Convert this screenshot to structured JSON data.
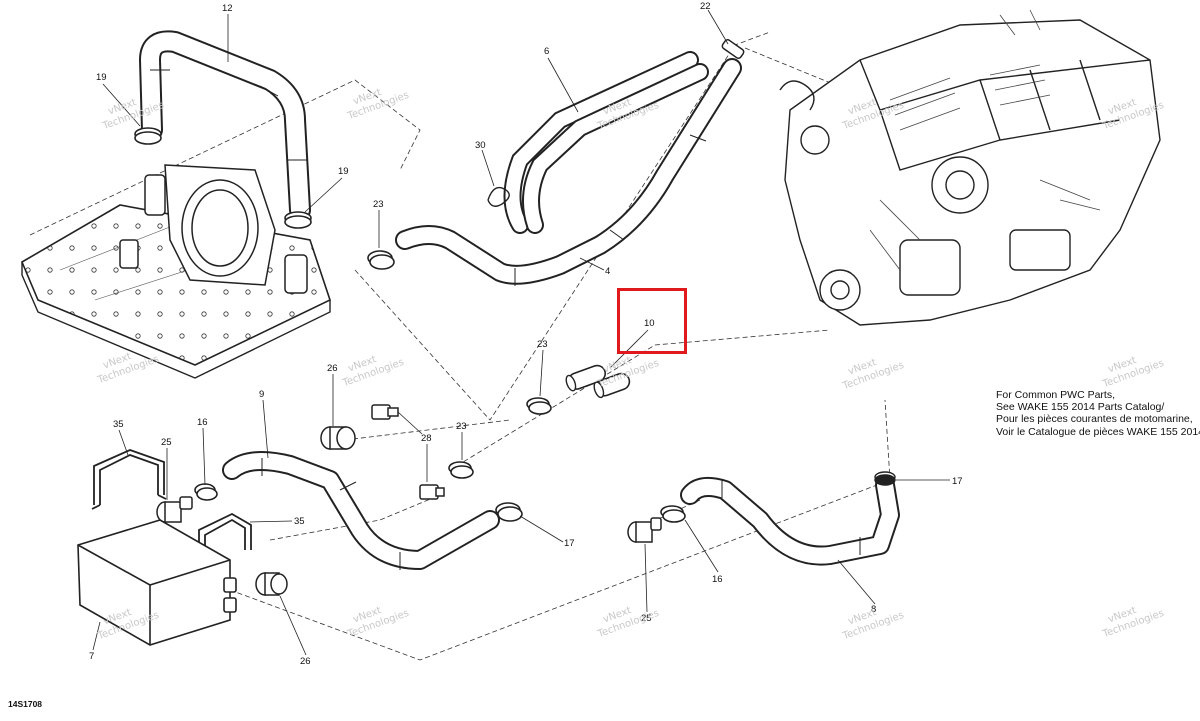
{
  "diagram": {
    "document_id": "14S1708",
    "note_lines": [
      "For Common PWC Parts,",
      "See WAKE 155 2014 Parts Catalog/",
      "Pour les pièces courantes de motomarine,",
      "Voir le Catalogue de pièces WAKE 155 2014"
    ],
    "watermark": [
      "vNext",
      "Technologies"
    ],
    "callouts": {
      "c12": "12",
      "c19a": "19",
      "c19b": "19",
      "c6": "6",
      "c22": "22",
      "c30": "30",
      "c23a": "23",
      "c4": "4",
      "c10": "10",
      "c23b": "23",
      "c26a": "26",
      "c9": "9",
      "c23c": "23",
      "c28": "28",
      "c35a": "35",
      "c25a": "25",
      "c16a": "16",
      "c35b": "35",
      "c17a": "17",
      "c7": "7",
      "c26b": "26",
      "c17b": "17",
      "c16b": "16",
      "c25b": "25",
      "c8": "8"
    },
    "highlighted_part": "10",
    "highlight_color": "#e0191d"
  }
}
